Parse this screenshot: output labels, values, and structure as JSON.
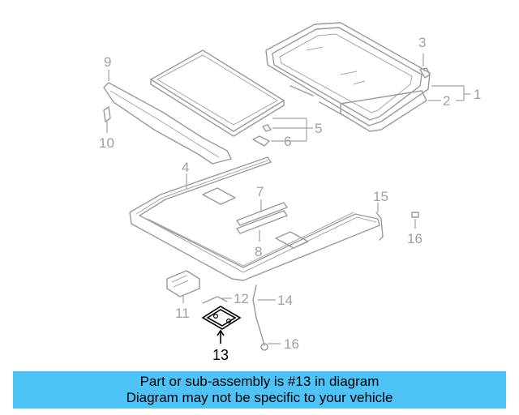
{
  "callouts": {
    "c1": "1",
    "c2": "2",
    "c3": "3",
    "c4": "4",
    "c5": "5",
    "c6": "6",
    "c7": "7",
    "c8": "8",
    "c9": "9",
    "c10": "10",
    "c11": "11",
    "c12": "12",
    "c13": "13",
    "c14": "14",
    "c15": "15",
    "c16a": "16",
    "c16b": "16"
  },
  "highlighted_part": "13",
  "banner": {
    "line1": "Part or sub-assembly is #13 in diagram",
    "line2": "Diagram may not be specific to your vehicle",
    "color": "#4dc3f7"
  }
}
